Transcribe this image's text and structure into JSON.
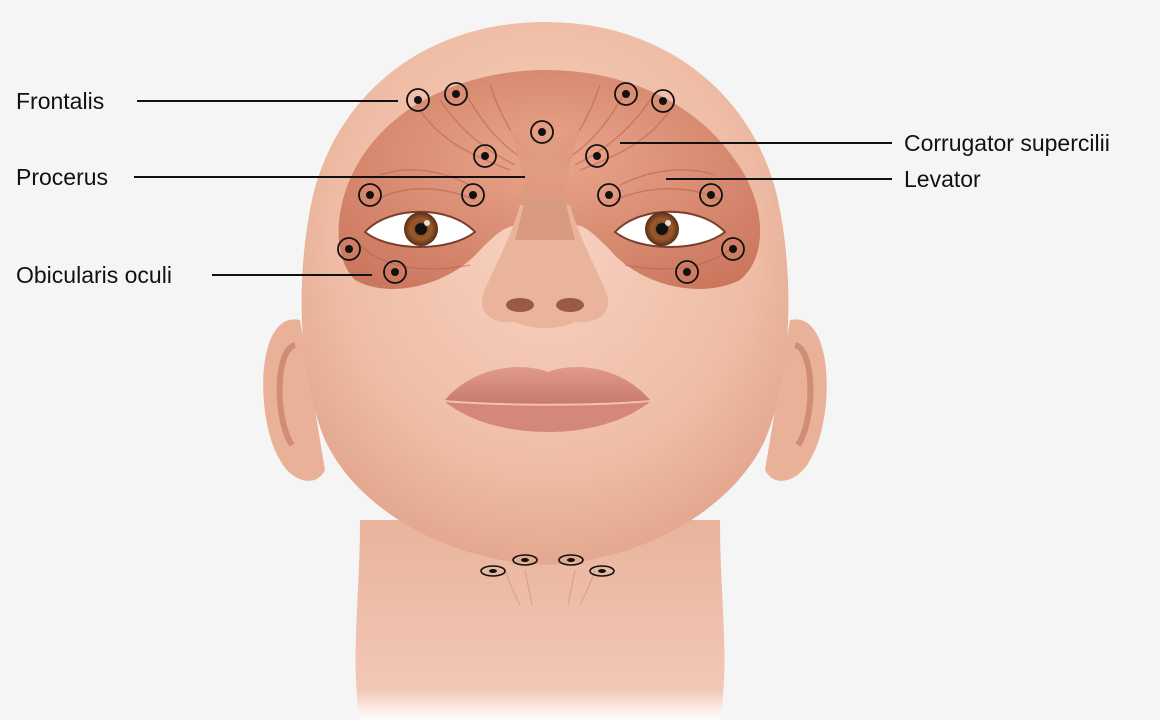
{
  "labels": {
    "frontalis": "Frontalis",
    "procerus": "Procerus",
    "obicularis_oculi": "Obicularis oculi",
    "corrugator_supercilii": "Corrugator supercilii",
    "levator": "Levator"
  },
  "colors": {
    "background": "#f5f5f5",
    "skin": "#f2c2ac",
    "skin_shadow": "#e3a88f",
    "muscle": "#d98a6c",
    "muscle_fiber": "#c2664a",
    "lips": "#d9877c",
    "iris": "#9a5a2c",
    "marker_ring": "#111111",
    "text": "#111111"
  },
  "legend_icons": {
    "marker": "injection-point-icon"
  }
}
